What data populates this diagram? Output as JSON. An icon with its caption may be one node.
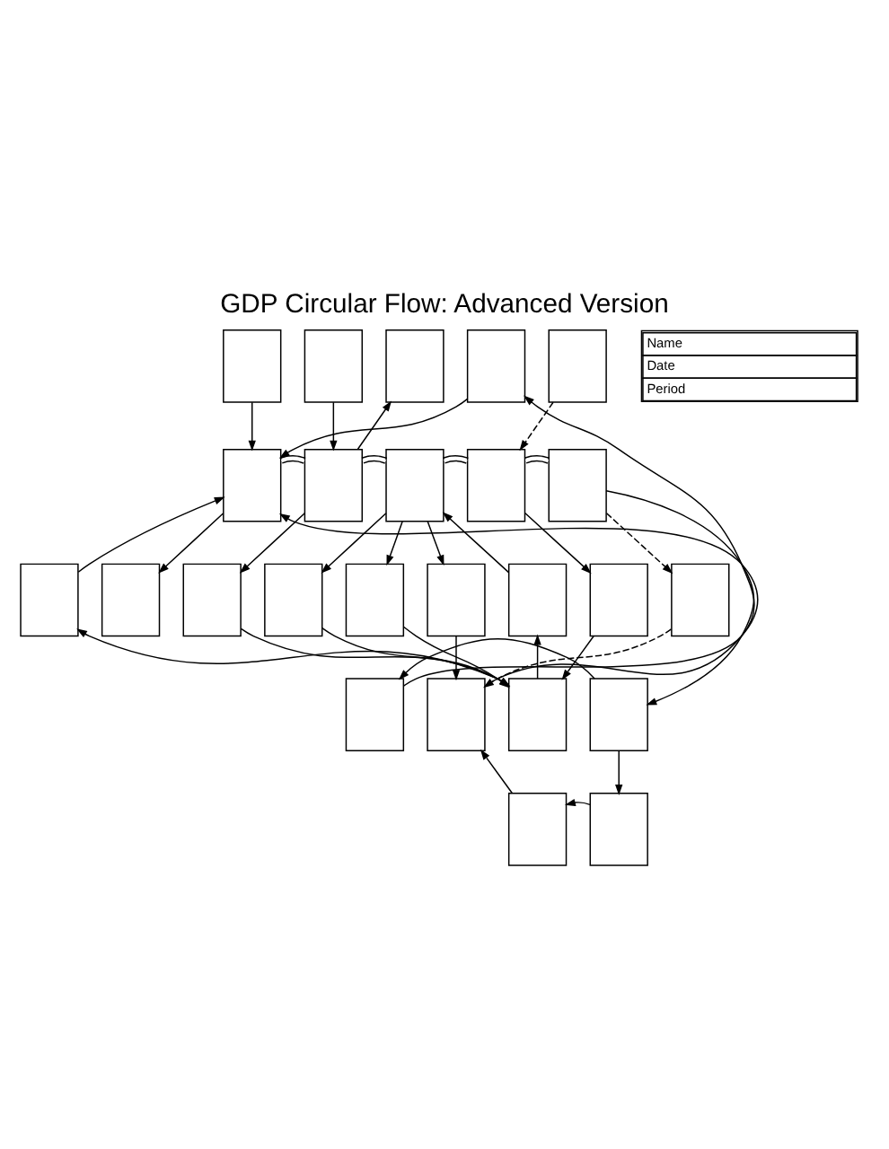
{
  "diagram": {
    "title": "GDP Circular Flow: Advanced Version",
    "nodes": [
      {
        "text": [],
        "shape": "box"
      },
      {
        "text": [],
        "shape": "box"
      },
      {
        "text": [],
        "shape": "box"
      },
      {
        "text": [],
        "shape": "box"
      },
      {
        "text": [],
        "shape": "box"
      },
      {
        "text": [],
        "shape": "box"
      },
      {
        "text": [],
        "shape": "box"
      },
      {
        "text": [],
        "shape": "box"
      },
      {
        "text": [],
        "shape": "box"
      },
      {
        "text": [],
        "shape": "box"
      },
      {
        "text": [],
        "shape": "box"
      },
      {
        "text": [],
        "shape": "box"
      },
      {
        "text": [],
        "shape": "box"
      },
      {
        "text": [],
        "shape": "box"
      },
      {
        "text": [],
        "shape": "box"
      },
      {
        "text": [],
        "shape": "box"
      },
      {
        "text": [],
        "shape": "box"
      },
      {
        "text": [],
        "shape": "box"
      },
      {
        "text": [],
        "shape": "box"
      },
      {
        "text": [],
        "shape": "box"
      },
      {
        "text": [],
        "shape": "box"
      },
      {
        "text": [],
        "shape": "box"
      },
      {
        "text": [],
        "shape": "box"
      },
      {
        "text": [],
        "shape": "box"
      },
      {
        "text": [],
        "shape": "box"
      }
    ],
    "edges": [
      {
        "from": 0,
        "to": 4,
        "arrow": "to"
      },
      {
        "from": 9,
        "to": 4,
        "arrow": "to"
      },
      {
        "from": 18,
        "to": 4,
        "arrow": "to"
      },
      {
        "from": 19,
        "to": 4,
        "arrow": "to"
      },
      {
        "from": 1,
        "to": 5,
        "arrow": "to"
      },
      {
        "from": 5,
        "to": 2,
        "arrow": "to"
      },
      {
        "from": 3,
        "to": 7,
        "arrow": "to",
        "style": "dashed"
      },
      {
        "from": 4,
        "to": 5,
        "arrow": "none"
      },
      {
        "from": 5,
        "to": 6,
        "arrow": "none"
      },
      {
        "from": 6,
        "to": 7,
        "arrow": "none"
      },
      {
        "from": 7,
        "to": 8,
        "arrow": "none"
      },
      {
        "from": 4,
        "to": 10,
        "arrow": "to"
      },
      {
        "from": 5,
        "to": 11,
        "arrow": "to"
      },
      {
        "from": 6,
        "to": 12,
        "arrow": "to"
      },
      {
        "from": 6,
        "to": 13,
        "arrow": "to"
      },
      {
        "from": 6,
        "to": 14,
        "arrow": "to"
      },
      {
        "from": 15,
        "to": 6,
        "arrow": "to"
      },
      {
        "from": 7,
        "to": 16,
        "arrow": "to"
      },
      {
        "from": 8,
        "to": 17,
        "arrow": "to",
        "style": "dashed"
      },
      {
        "from": 11,
        "to": 21,
        "arrow": "to"
      },
      {
        "from": 12,
        "to": 21,
        "arrow": "to"
      },
      {
        "from": 13,
        "to": 21,
        "arrow": "to"
      },
      {
        "from": 16,
        "to": 21,
        "arrow": "to"
      },
      {
        "from": 21,
        "to": 15,
        "arrow": "to"
      },
      {
        "from": 21,
        "to": 9,
        "arrow": "to"
      },
      {
        "from": 14,
        "to": 20,
        "arrow": "to"
      },
      {
        "from": 17,
        "to": 20,
        "arrow": "to",
        "style": "dashed"
      },
      {
        "from": 8,
        "to": 22,
        "arrow": "to"
      },
      {
        "from": 20,
        "to": 18,
        "arrow": "to"
      },
      {
        "from": 22,
        "to": 24,
        "arrow": "to"
      },
      {
        "from": 24,
        "to": 23,
        "arrow": "to"
      },
      {
        "from": 23,
        "to": 20,
        "arrow": "to"
      },
      {
        "from": 22,
        "to": 19,
        "arrow": "to"
      }
    ],
    "labels": [
      "Name",
      "Date",
      "Period"
    ]
  }
}
